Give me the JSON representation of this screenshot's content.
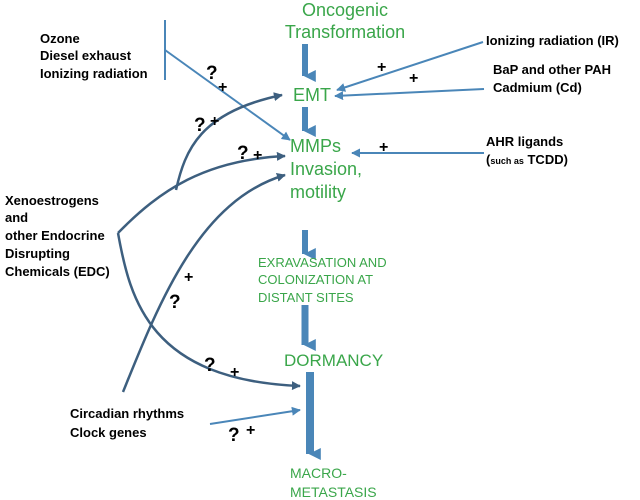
{
  "colors": {
    "stage_text": "#3aa64a",
    "factor_text": "#000000",
    "pathway_arrow": "#4a86b8",
    "influence_curve": "#3d5f7f"
  },
  "stages": {
    "oncogenic_1": "Oncogenic",
    "oncogenic_2": "Transformation",
    "emt": "EMT",
    "mmps_1": "MMPs",
    "mmps_2": "Invasion,",
    "mmps_3": "motility",
    "extrav_1": "EXRAVASATION AND",
    "extrav_2": "COLONIZATION AT",
    "extrav_3": "DISTANT SITES",
    "dormancy": "DORMANCY",
    "macro_1": "MACRO-",
    "macro_2": "METASTASIS"
  },
  "factors": {
    "ozone_1": "Ozone",
    "ozone_2": "Diesel exhaust",
    "ozone_3": "Ionizing radiation",
    "ir": "Ionizing radiation (IR)",
    "bap_1": "BaP and other PAH",
    "bap_2": "Cadmium (Cd)",
    "ahr_1": "AHR ligands",
    "ahr_2a": "(",
    "ahr_2b": "such as",
    "ahr_2c": " TCDD)",
    "xeno_1": "Xenoestrogens",
    "xeno_2": "and",
    "xeno_3": "other Endocrine",
    "xeno_4": "Disrupting",
    "xeno_5": "Chemicals (EDC)",
    "circ_1": "Circadian rhythms",
    "circ_2": "Clock genes"
  },
  "marks": {
    "q": "?",
    "plus": "+"
  }
}
